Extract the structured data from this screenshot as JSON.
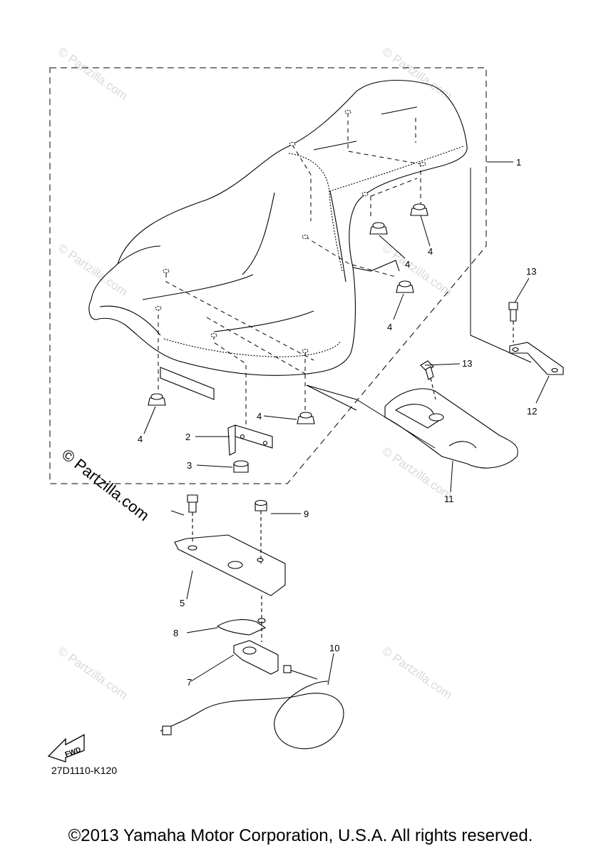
{
  "diagram": {
    "callouts": [
      "1",
      "2",
      "3",
      "4",
      "4",
      "4",
      "4",
      "4",
      "5",
      "7",
      "8",
      "9",
      "10",
      "11",
      "12",
      "13",
      "13"
    ],
    "watermark": "© Partzilla.com",
    "fwd_label": "FWD",
    "code": "27D1110-K120"
  },
  "footer": {
    "copyright": "©2013 Yamaha Motor Corporation, U.S.A. All rights reserved."
  }
}
